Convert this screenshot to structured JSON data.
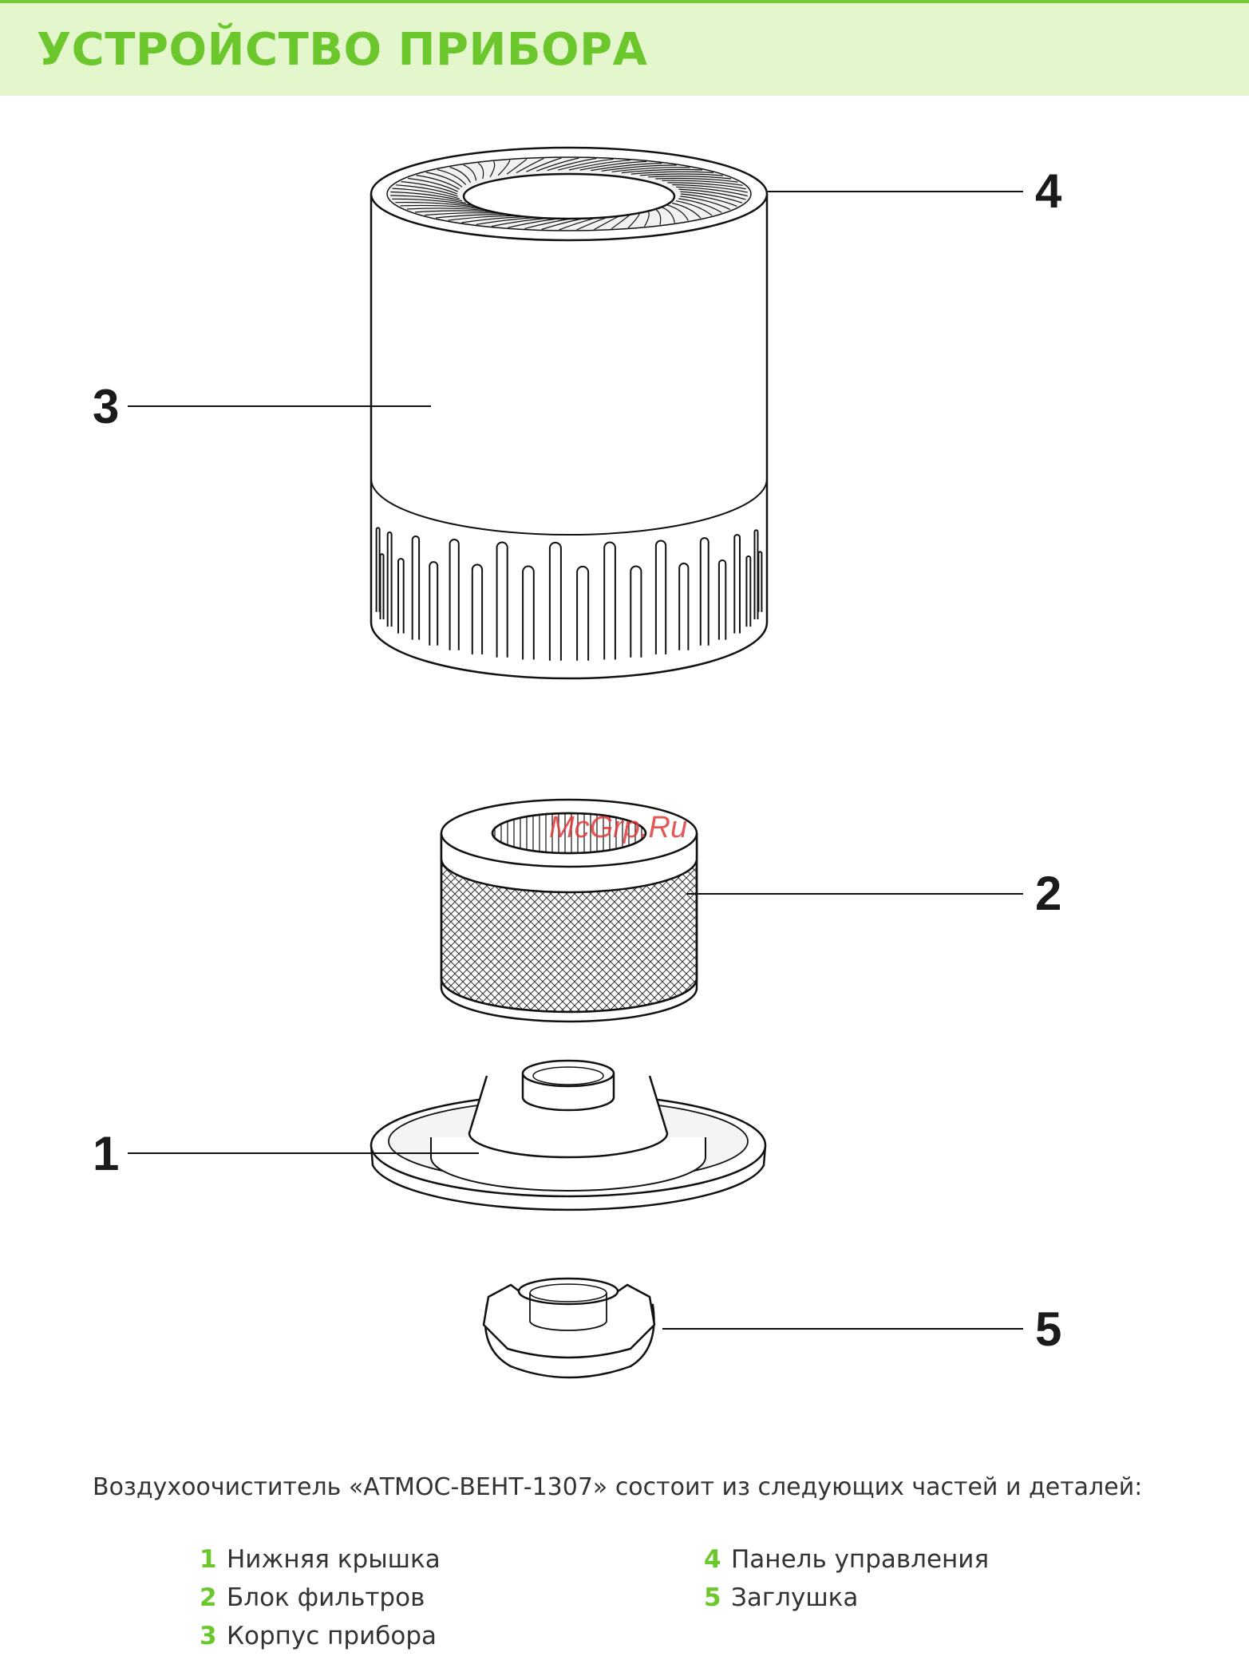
{
  "header": {
    "title": "УСТРОЙСТВО ПРИБОРА",
    "accent_color": "#6cc72c",
    "band_color": "#e3f6cc"
  },
  "callouts": [
    "4",
    "3",
    "2",
    "1",
    "5"
  ],
  "watermark": "McGrp.Ru",
  "intro": "Воздухоочиститель «АТМОС-ВЕНТ-1307» состоит из следующих частей и деталей:",
  "parts_left": [
    {
      "num": "1",
      "label": "Нижняя крышка"
    },
    {
      "num": "2",
      "label": "Блок фильтров"
    },
    {
      "num": "3",
      "label": "Корпус прибора"
    }
  ],
  "parts_right": [
    {
      "num": "4",
      "label": "Панель управления"
    },
    {
      "num": "5",
      "label": "Заглушка"
    }
  ]
}
